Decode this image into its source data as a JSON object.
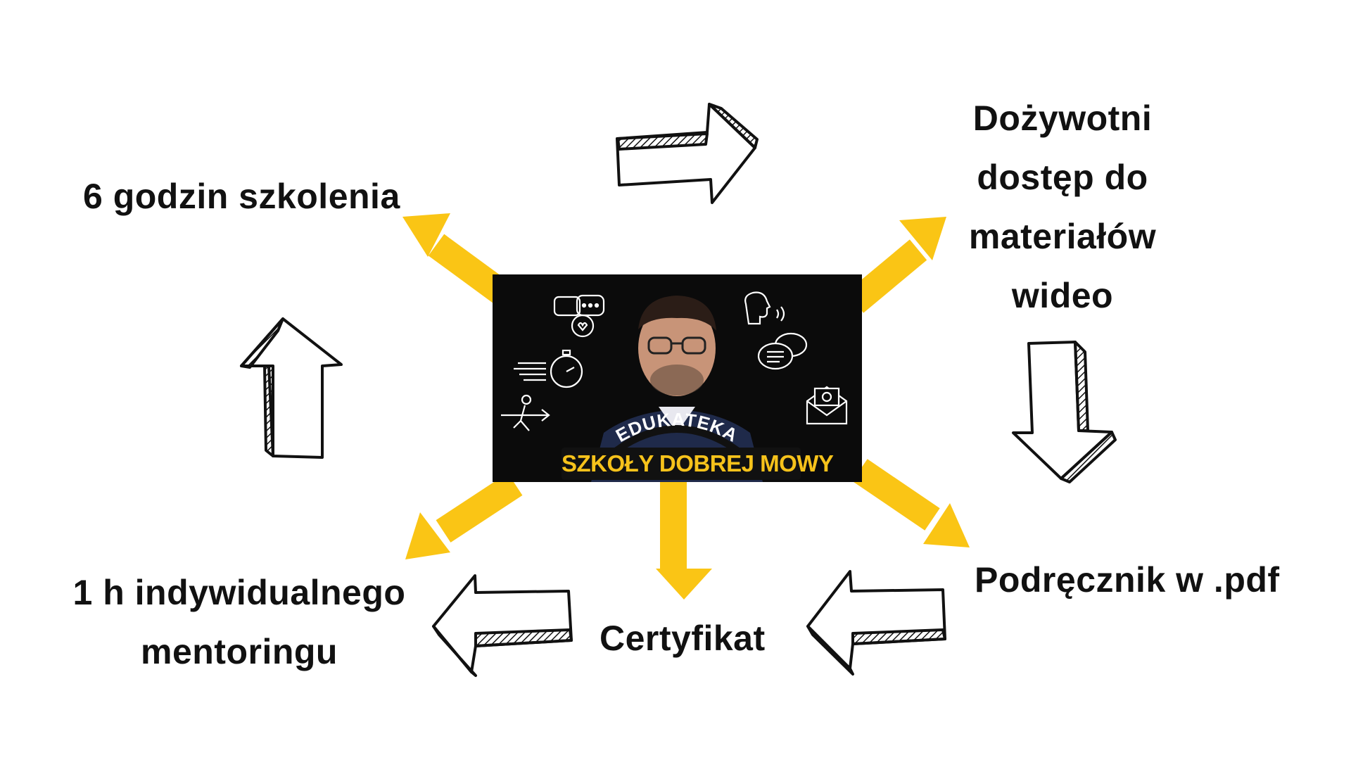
{
  "nodes": {
    "top_left": "6 godzin szkolenia",
    "top_right": [
      "Dożywotni",
      "dostęp do",
      "materiałów",
      "wideo"
    ],
    "bottom_right": "Podręcznik w .pdf",
    "bottom_center": "Certyfikat",
    "bottom_left": [
      "1 h indywidualnego",
      "mentoringu"
    ]
  },
  "center_image": {
    "badge": "EDUKATEKA",
    "caption": "SZKOŁY DOBREJ MOWY",
    "icons": [
      "chat-bubbles-icon",
      "speaking-head-icon",
      "stopwatch-icon",
      "conversation-icon",
      "runner-arrow-icon",
      "envelope-at-icon",
      "presenter-portrait"
    ]
  },
  "colors": {
    "accent": "#FAC515",
    "ink": "#111111",
    "card_bg": "#0B0B0B",
    "caption": "#F6C21B"
  }
}
